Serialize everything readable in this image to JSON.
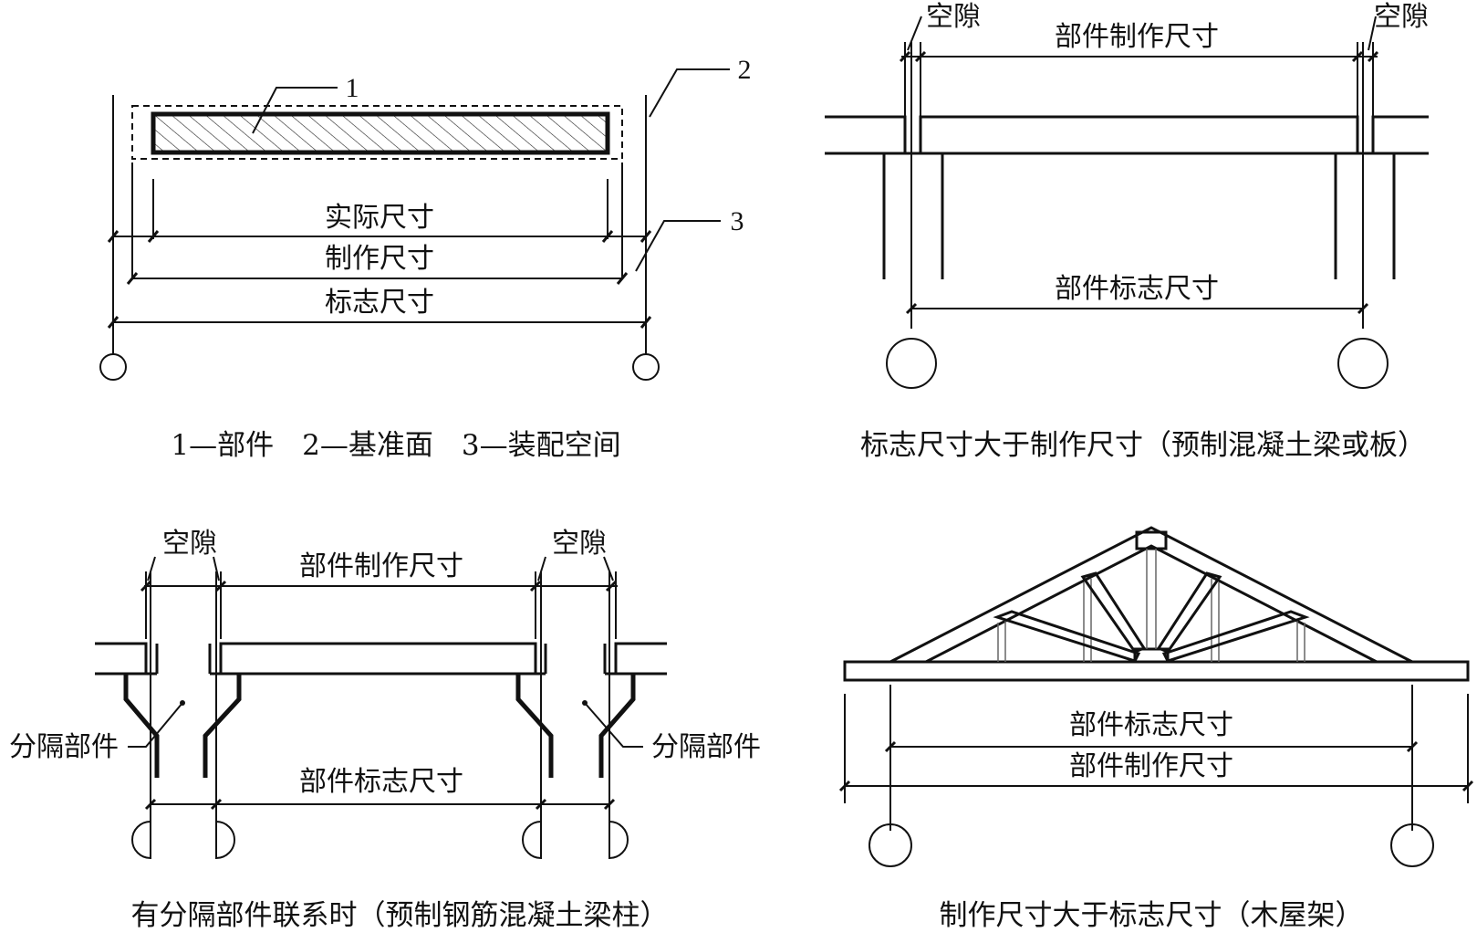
{
  "panel1": {
    "callout_1": "1",
    "callout_2": "2",
    "callout_3": "3",
    "dim_actual": "实际尺寸",
    "dim_fabrication": "制作尺寸",
    "dim_nominal": "标志尺寸",
    "caption": "1—部件　2—基准面　3—装配空间"
  },
  "panel2": {
    "gap_left": "空隙",
    "gap_right": "空隙",
    "dim_fabrication": "部件制作尺寸",
    "dim_nominal": "部件标志尺寸",
    "caption": "标志尺寸大于制作尺寸（预制混凝土梁或板）"
  },
  "panel3": {
    "gap_left": "空隙",
    "gap_right": "空隙",
    "dim_fabrication": "部件制作尺寸",
    "dim_nominal": "部件标志尺寸",
    "separator_left": "分隔部件",
    "separator_right": "分隔部件",
    "caption": "有分隔部件联系时（预制钢筋混凝土梁柱）"
  },
  "panel4": {
    "dim_nominal": "部件标志尺寸",
    "dim_fabrication": "部件制作尺寸",
    "caption": "制作尺寸大于标志尺寸（木屋架）"
  }
}
